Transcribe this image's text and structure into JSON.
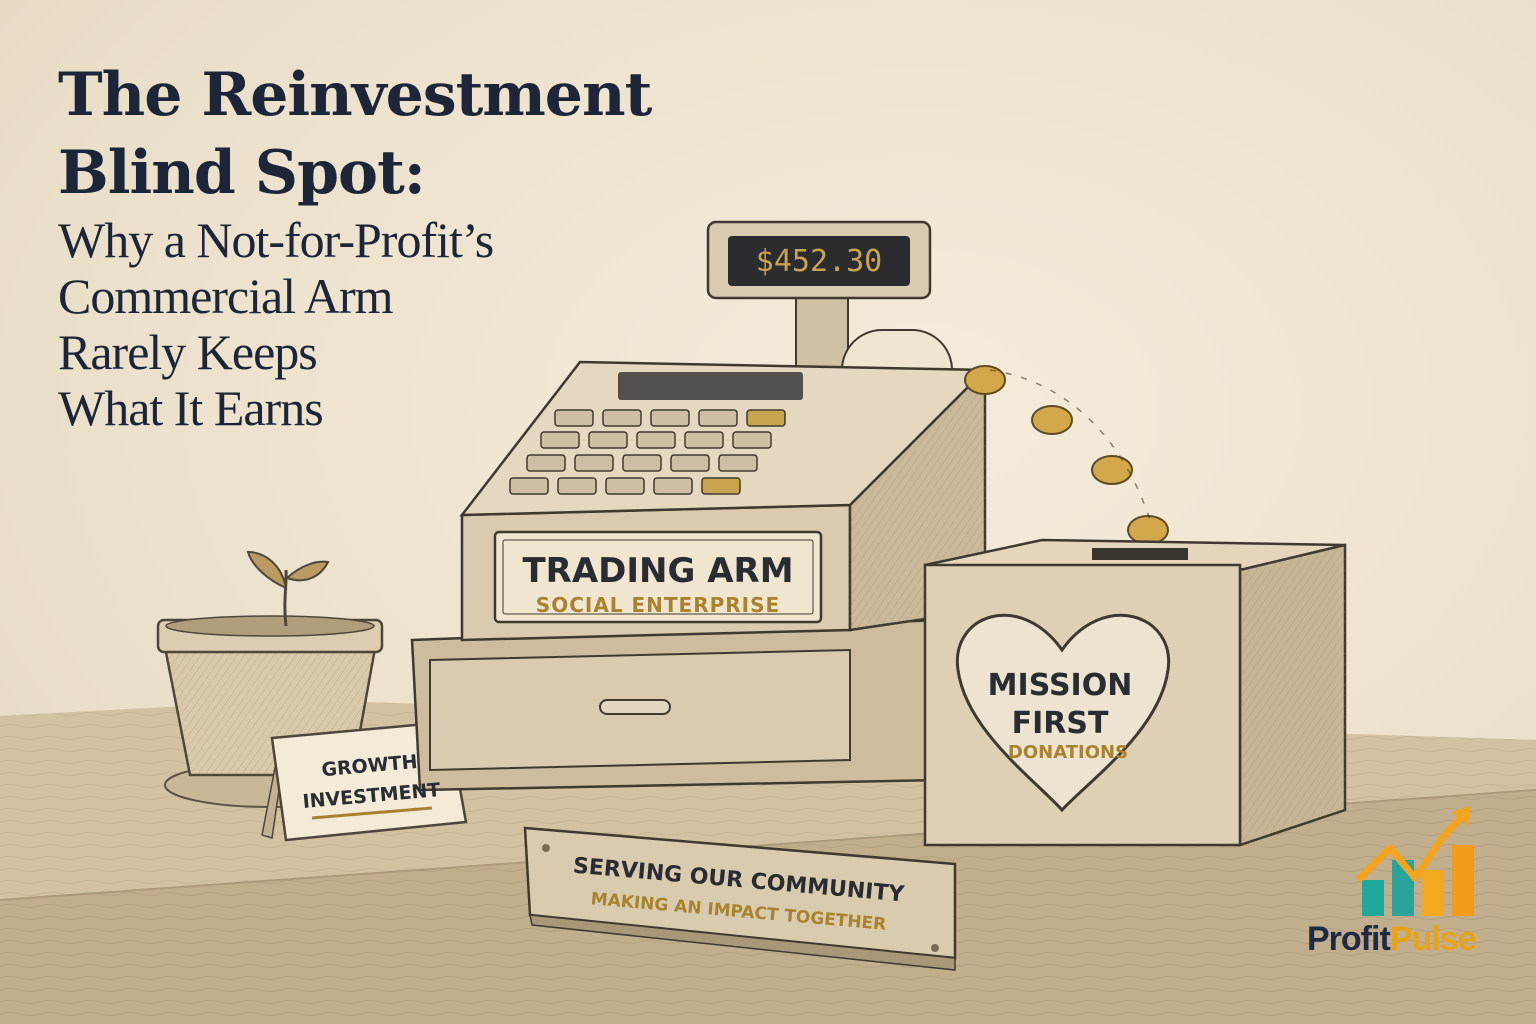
{
  "headline": {
    "line1": "The Reinvestment",
    "line2": "Blind Spot:",
    "sub1": "Why a Not-for-Profit’s",
    "sub2": "Commercial Arm",
    "sub3": "Rarely Keeps",
    "sub4": "What It Earns"
  },
  "register": {
    "display": "$452.30",
    "plate_title": "TRADING ARM",
    "plate_subtitle": "SOCIAL ENTERPRISE"
  },
  "donation_box": {
    "line1": "MISSION",
    "line2": "FIRST",
    "line3": "DONATIONS"
  },
  "tent_card": {
    "line1": "GROWTH",
    "line2": "INVESTMENT"
  },
  "desk_plaque": {
    "line1": "SERVING OUR COMMUNITY",
    "line2": "MAKING AN IMPACT TOGETHER"
  },
  "logo": {
    "part1": "Profit",
    "part2": "Pulse"
  },
  "colors": {
    "ink": "#1d2639",
    "gold": "#a8832f",
    "paper": "#efe6d4",
    "logo_orange": "#e8a317",
    "logo_teal": "#1fa79a"
  }
}
